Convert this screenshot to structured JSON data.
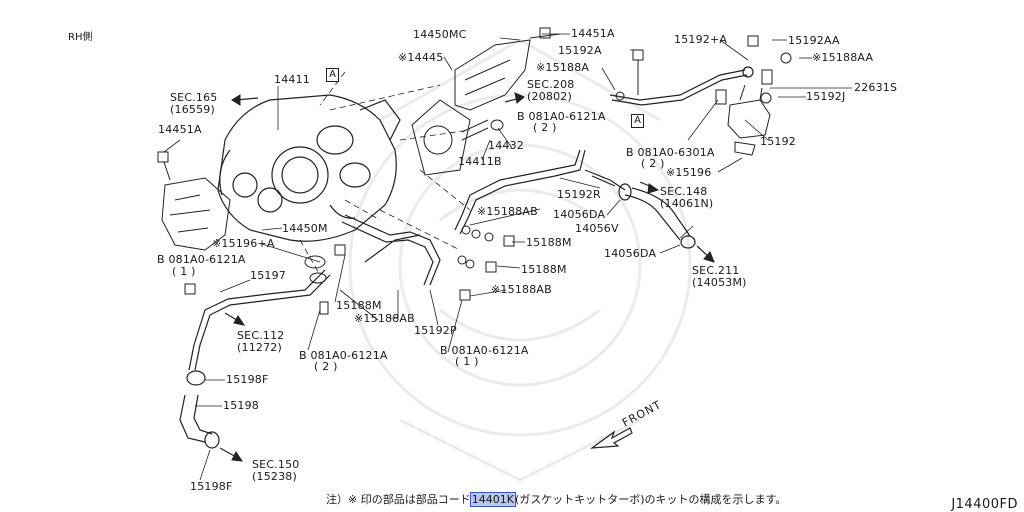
{
  "header": {
    "side": "RH側"
  },
  "labels": {
    "p14411": "14411",
    "secA1": "A",
    "sec165": "SEC.165",
    "sec165b": "(16559)",
    "p14451a_left": "14451A",
    "p14450mc": "14450MC",
    "p14451a_top": "14451A",
    "p14445": "※14445",
    "p15192a": "15192A",
    "p15188a": "※15188A",
    "sec208": "SEC.208",
    "sec208b": "(20802)",
    "b081_1": "B 081A0-6121A",
    "b081_1q": "( 2 )",
    "p14432": "14432",
    "p14411b": "14411B",
    "p15192pa": "15192+A",
    "p15192aa": "15192AA",
    "p15188aa": "※15188AA",
    "p22631s": "22631S",
    "p15192j": "15192J",
    "secA2": "A",
    "p15192": "15192",
    "b081_2": "B 081A0-6301A",
    "b081_2q": "( 2 )",
    "p15196": "※15196",
    "sec148": "SEC.148",
    "sec148b": "(14061N)",
    "p15192r": "15192R",
    "p15188ab_1": "※15188AB",
    "p14056da_1": "14056DA",
    "p14056v": "14056V",
    "p15188m_r": "15188M",
    "p14056da_2": "14056DA",
    "p15188m_r2": "15188M",
    "sec211": "SEC.211",
    "sec211b": "(14053M)",
    "p15188ab_2": "※15188AB",
    "p14450m": "14450M",
    "p15196a": "※15196+A",
    "b081_3": "B 081A0-6121A",
    "b081_3q": "( 1 )",
    "p15197": "15197",
    "p15188m_c": "15188M",
    "p15188ab_c": "※15188AB",
    "p15192p": "15192P",
    "sec112": "SEC.112",
    "sec112b": "(11272)",
    "b081_4": "B 081A0-6121A",
    "b081_4q": "( 2 )",
    "b081_5": "B 081A0-6121A",
    "b081_5q": "( 1 )",
    "p15198f_1": "15198F",
    "p15198": "15198",
    "sec150": "SEC.150",
    "sec150b": "(15238)",
    "p15198f_2": "15198F",
    "front": "FRONT"
  },
  "footer": {
    "note_pre": "注）※ 印の部品は部品コード",
    "note_code": "14401K",
    "note_post": "(ガスケットキットターボ)のキットの構成を示します。",
    "drawing_code": "J14400FD"
  }
}
